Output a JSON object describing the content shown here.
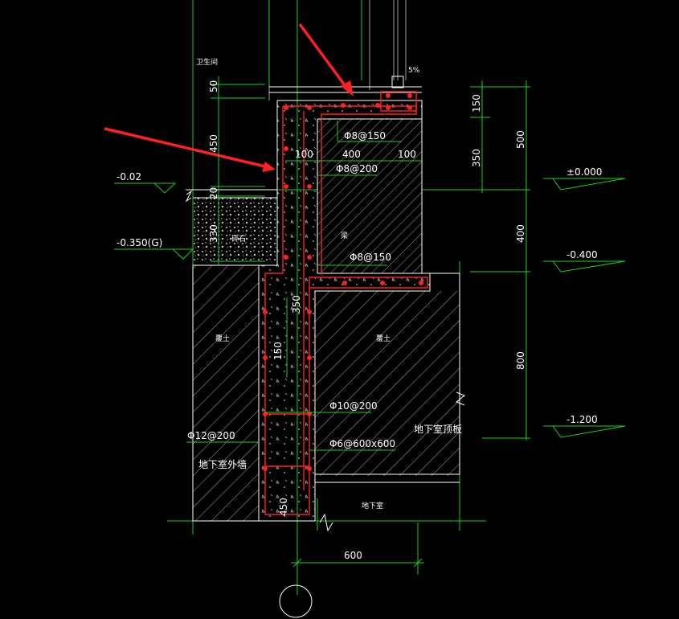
{
  "rooms": {
    "bathroom": "卫生间",
    "gravel": "碎石",
    "soil_left": "覆土",
    "soil_right": "覆土",
    "roof_slab": "地下室顶板",
    "outer_wall": "地下室外墙",
    "basement": "地下室",
    "beam": "梁"
  },
  "rebar_labels": {
    "top": "Φ8@150",
    "vertical": "Φ8@200",
    "bottom": "Φ8@150",
    "slab": "Φ10@200",
    "mesh": "Φ6@600x600",
    "wall": "Φ12@200"
  },
  "left_dims": [
    "50",
    "450",
    "20",
    "330"
  ],
  "right_dims": {
    "inner": [
      "150",
      "350"
    ],
    "outer": [
      "500",
      "400",
      "800"
    ]
  },
  "inner_dims": [
    "100",
    "400",
    "100",
    "350",
    "150",
    "450"
  ],
  "bottom_dim": "600",
  "slope_tag": "5%",
  "elevations": {
    "left": [
      "-0.02",
      "-0.350(G)"
    ],
    "right": [
      "±0.000",
      "-0.400",
      "-1.200"
    ]
  },
  "colors": {
    "background": "#000000",
    "dimension": "#19d219",
    "outline": "#ffffff",
    "hatch": "#a0a0a0",
    "rebar": "#ff2020"
  }
}
